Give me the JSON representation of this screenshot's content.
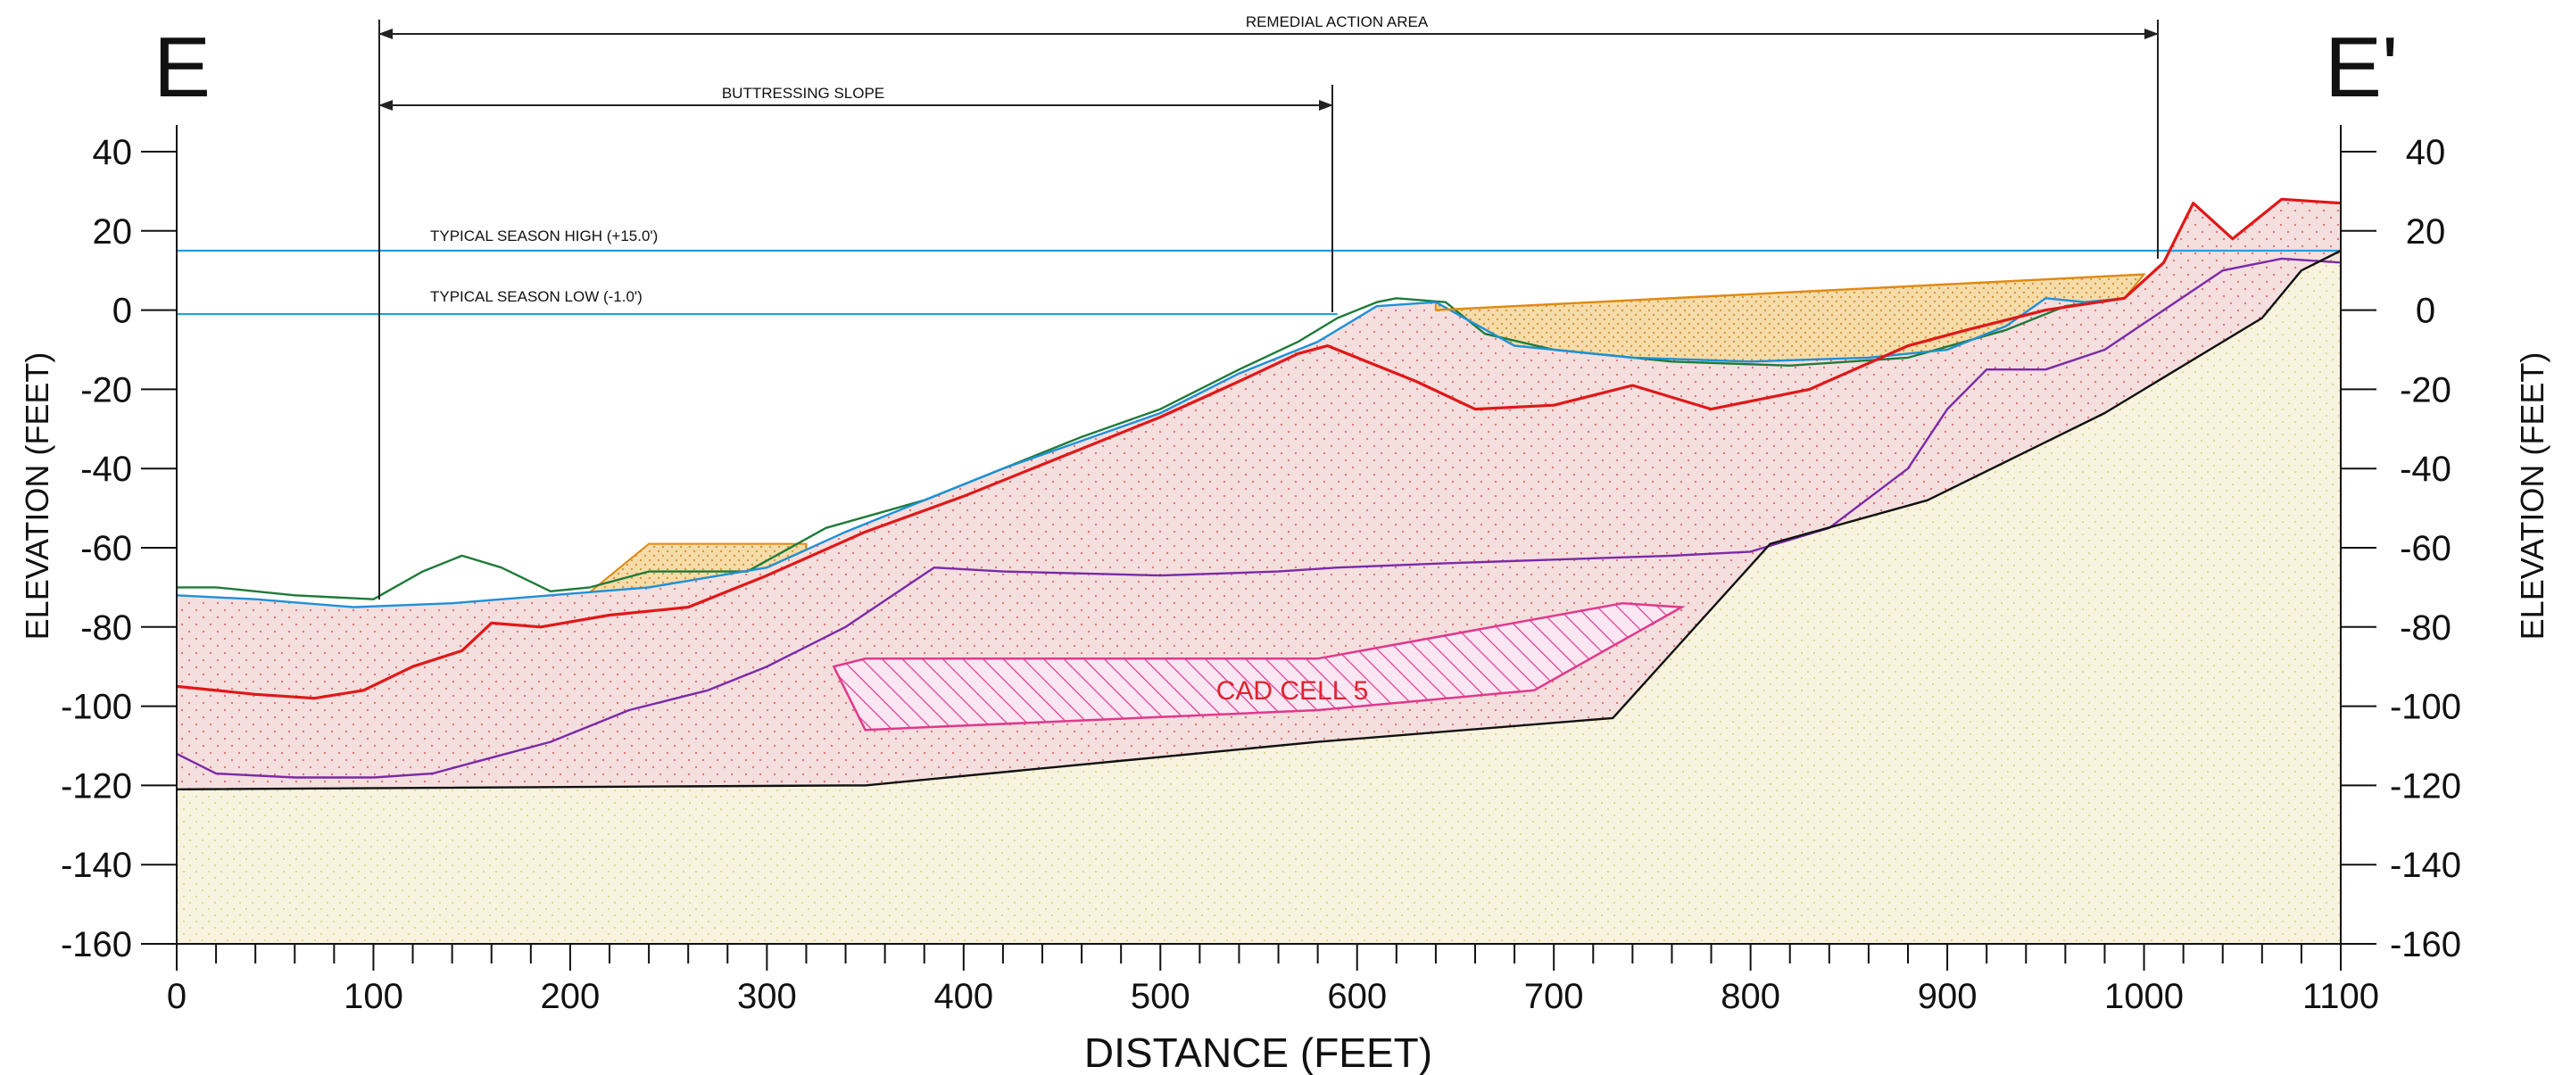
{
  "section": {
    "left_label": "E",
    "right_label": "E'"
  },
  "annotations": {
    "remedial_action_area": "REMEDIAL ACTION AREA",
    "buttressing_slope": "BUTTRESSING SLOPE",
    "season_high": "TYPICAL SEASON HIGH (+15.0')",
    "season_low": "TYPICAL SEASON LOW (-1.0')",
    "cad_cell": "CAD CELL 5"
  },
  "axes": {
    "x_title": "DISTANCE (FEET)",
    "y_title_left": "ELEVATION (FEET)",
    "y_title_right": "ELEVATION (FEET)",
    "x_ticks": [
      "0",
      "100",
      "200",
      "300",
      "400",
      "500",
      "600",
      "700",
      "800",
      "900",
      "1000",
      "1100"
    ],
    "y_ticks": [
      "40",
      "20",
      "0",
      "-20",
      "-40",
      "-60",
      "-80",
      "-100",
      "-120",
      "-140",
      "-160"
    ]
  },
  "chart_data": {
    "type": "line",
    "xlabel": "DISTANCE (FEET)",
    "ylabel": "ELEVATION (FEET)",
    "xlim": [
      0,
      1100
    ],
    "ylim": [
      -160,
      40
    ],
    "grid": false,
    "water_levels": [
      {
        "name": "TYPICAL SEASON HIGH (+15.0')",
        "elevation": 15,
        "x_range": [
          0,
          1100
        ]
      },
      {
        "name": "TYPICAL SEASON LOW (-1.0')",
        "elevation": -1,
        "x_range": [
          0,
          590
        ]
      }
    ],
    "dimension_spans": [
      {
        "label": "REMEDIAL ACTION AREA",
        "x_range": [
          103,
          1008
        ]
      },
      {
        "label": "BUTTRESSING SLOPE",
        "x_range": [
          103,
          587
        ]
      }
    ],
    "series": [
      {
        "color": "#1f7a3a",
        "x": [
          0,
          20,
          60,
          100,
          125,
          145,
          165,
          190,
          210,
          240,
          290,
          330,
          380,
          420,
          460,
          500,
          540,
          570,
          590,
          610,
          620,
          645,
          665,
          700,
          760,
          820,
          880,
          930,
          960,
          990
        ],
        "y": [
          -70,
          -70,
          -72,
          -73,
          -66,
          -62,
          -65,
          -71,
          -70,
          -66,
          -66,
          -55,
          -48,
          -40,
          -32,
          -25,
          -15,
          -8,
          -2,
          2,
          3,
          2,
          -6,
          -10,
          -13,
          -14,
          -12,
          -5,
          1,
          3
        ]
      },
      {
        "color": "#1e90d8",
        "x": [
          0,
          40,
          90,
          140,
          190,
          240,
          300,
          340,
          380,
          420,
          460,
          500,
          540,
          580,
          610,
          640,
          680,
          740,
          800,
          860,
          900,
          930,
          950,
          970,
          990
        ],
        "y": [
          -72,
          -73,
          -75,
          -74,
          -72,
          -70,
          -65,
          -56,
          -48,
          -40,
          -33,
          -26,
          -16,
          -8,
          1,
          2,
          -9,
          -12,
          -13,
          -12,
          -10,
          -4,
          3,
          2,
          3
        ]
      },
      {
        "color": "#e01818",
        "x": [
          0,
          40,
          70,
          95,
          120,
          145,
          160,
          185,
          220,
          260,
          300,
          350,
          400,
          450,
          500,
          540,
          570,
          585,
          600,
          630,
          660,
          700,
          740,
          780,
          830,
          880,
          910,
          950,
          990,
          1010,
          1025,
          1045,
          1070,
          1100
        ],
        "y": [
          -95,
          -97,
          -98,
          -96,
          -90,
          -86,
          -79,
          -80,
          -77,
          -75,
          -67,
          -56,
          -47,
          -37,
          -27,
          -18,
          -11,
          -9,
          -12,
          -18,
          -25,
          -24,
          -19,
          -25,
          -20,
          -9,
          -5,
          0,
          3,
          12,
          27,
          18,
          28,
          27
        ]
      },
      {
        "color": "#7a2aa8",
        "x": [
          0,
          20,
          60,
          100,
          130,
          160,
          190,
          230,
          270,
          300,
          340,
          370,
          385,
          420,
          500,
          560,
          590,
          640,
          700,
          760,
          800,
          840,
          880,
          900,
          920,
          950,
          980,
          1010,
          1040,
          1070,
          1100
        ],
        "y": [
          -112,
          -117,
          -118,
          -118,
          -117,
          -113,
          -109,
          -101,
          -96,
          -90,
          -80,
          -70,
          -65,
          -66,
          -67,
          -66,
          -65,
          -64,
          -63,
          -62,
          -61,
          -55,
          -40,
          -25,
          -15,
          -15,
          -10,
          0,
          10,
          13,
          12
        ]
      },
      {
        "color": "#111111",
        "x": [
          0,
          340,
          350,
          580,
          730,
          810,
          890,
          980,
          1060,
          1080,
          1100
        ],
        "y": [
          -121,
          -120,
          -120,
          -109,
          -103,
          -59,
          -48,
          -26,
          -2,
          10,
          15
        ]
      },
      {
        "color": "#e08a10",
        "x": [
          640,
          1000
        ],
        "y": [
          0,
          9
        ]
      }
    ],
    "cad_cell": {
      "label": "CAD CELL 5",
      "x": [
        334,
        350,
        580,
        690,
        765,
        735,
        580,
        350
      ],
      "y": [
        -90,
        -106,
        -101,
        -96,
        -75,
        -74,
        -88,
        -88
      ]
    }
  }
}
